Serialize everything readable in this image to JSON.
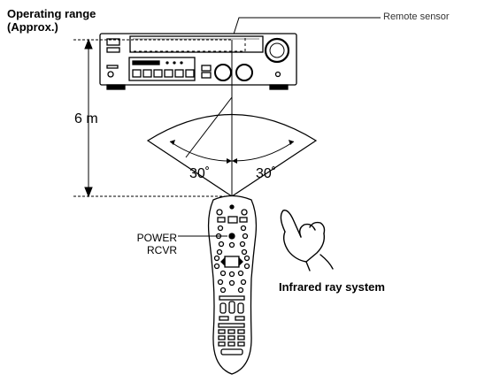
{
  "labels": {
    "operating_range_line1": "Operating range",
    "operating_range_line2": "(Approx.)",
    "remote_sensor": "Remote sensor",
    "distance": "6 m",
    "angle_left": "30˚",
    "angle_right": "30˚",
    "power": "POWER",
    "rcvr": "RCVR",
    "infrared": "Infrared ray system"
  },
  "diagram": {
    "angle_degrees": 30,
    "distance_m": 6
  },
  "colors": {
    "line": "#000000",
    "fill": "#ffffff"
  }
}
